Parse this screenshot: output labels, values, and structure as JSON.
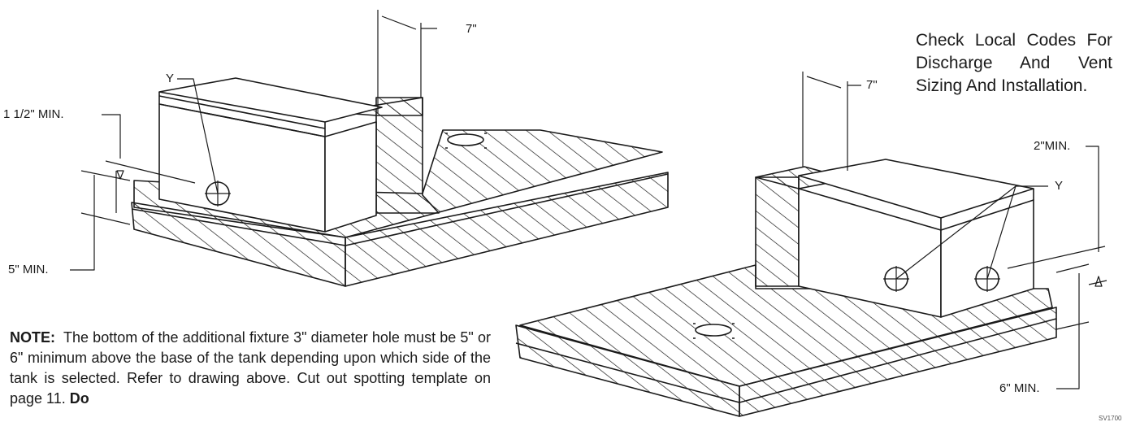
{
  "labels": {
    "left_top_dim": "7\"",
    "left_y_marker": "Y",
    "left_min_top": "1 1/2\" MIN.",
    "left_min_bottom": "5\" MIN.",
    "right_top_dim": "7\"",
    "right_min_top": "2\"MIN.",
    "right_y_marker": "Y",
    "right_min_bottom": "6\" MIN."
  },
  "codes_note": "Check Local Codes For Discharge And Vent Sizing And Installation.",
  "note": {
    "lead": "NOTE:",
    "body": "The bottom of the additional fixture 3\" diameter hole must be 5\" or 6\" minimum above the base of the tank depending upon which side of the tank is selected. Refer to drawing above. Cut out spotting template on page 11.",
    "tail": "Do"
  },
  "figure_code": "SV1700"
}
